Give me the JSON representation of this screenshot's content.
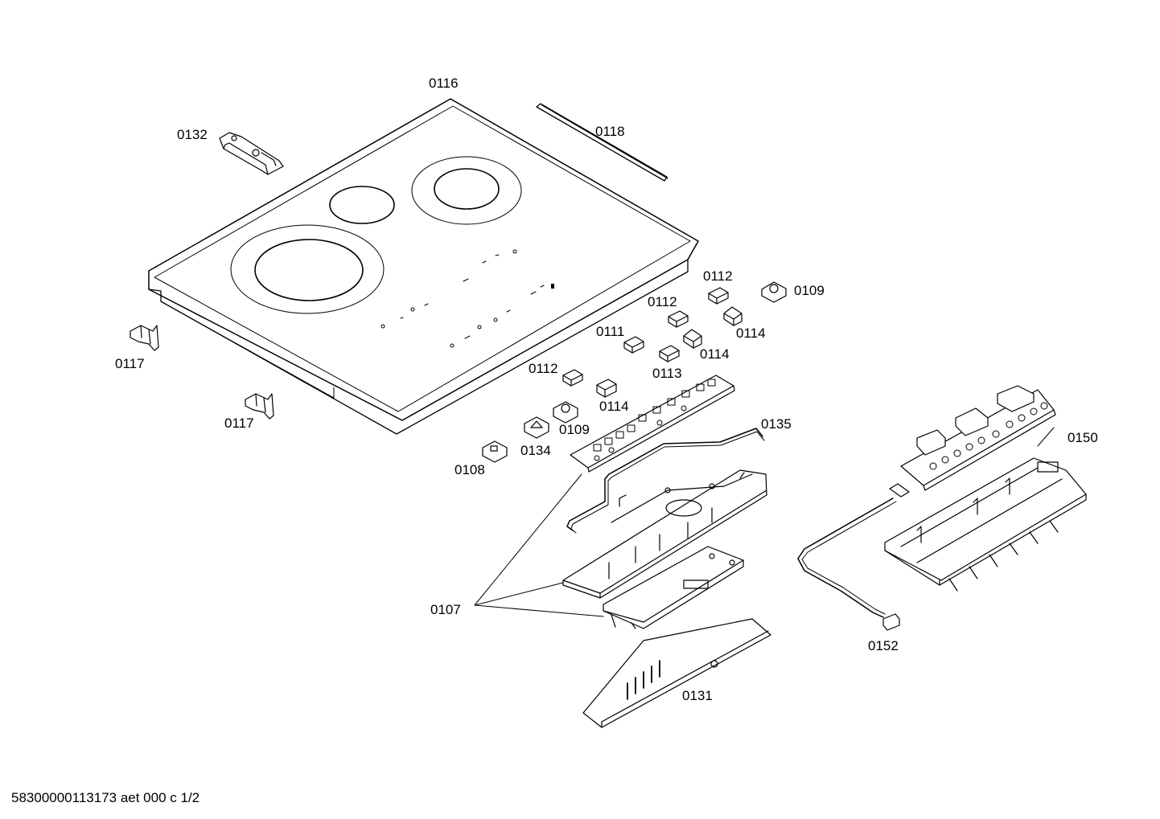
{
  "diagram": {
    "callouts": {
      "p0116": "0116",
      "p0118": "0118",
      "p0132": "0132",
      "p0117a": "0117",
      "p0117b": "0117",
      "p0112a": "0112",
      "p0112b": "0112",
      "p0112c": "0112",
      "p0109a": "0109",
      "p0109b": "0109",
      "p0114a": "0114",
      "p0114b": "0114",
      "p0114c": "0114",
      "p0111": "0111",
      "p0113": "0113",
      "p0134": "0134",
      "p0108": "0108",
      "p0135": "0135",
      "p0150": "0150",
      "p0107": "0107",
      "p0152": "0152",
      "p0131": "0131"
    },
    "footer": "58300000113173 aet 000 c 1/2"
  }
}
